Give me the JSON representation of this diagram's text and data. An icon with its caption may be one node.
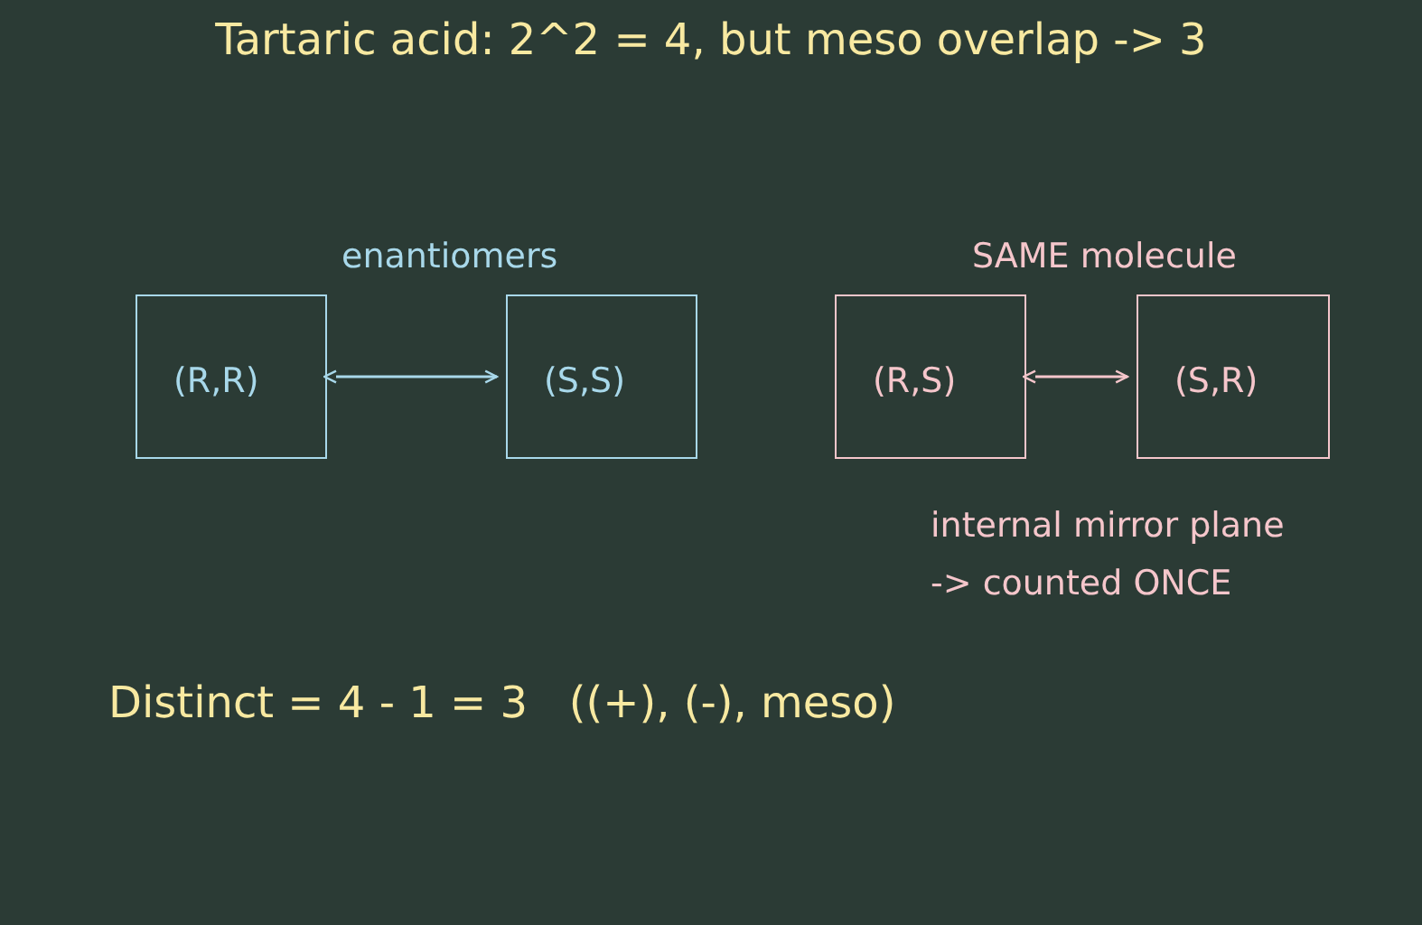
{
  "diagram": {
    "title": "Tartaric acid: 2^2 = 4, but meso overlap -> 3",
    "nodes": [
      {
        "text": [
          "(R,R)"
        ]
      },
      {
        "text": [
          "(S,S)"
        ]
      },
      {
        "text": [
          "(R,S)"
        ]
      },
      {
        "text": [
          "(S,R)"
        ]
      }
    ],
    "edges": [
      {
        "from": 0,
        "to": 1,
        "arrow": "both",
        "color": "#a8d8ea"
      },
      {
        "from": 2,
        "to": 3,
        "arrow": "both",
        "color": "#f5c6cb"
      }
    ],
    "labels": [
      "enantiomers",
      "SAME molecule",
      "internal mirror plane",
      "-> counted ONCE",
      "Distinct = 4 - 1 = 3   ((+), (-), meso)"
    ]
  }
}
